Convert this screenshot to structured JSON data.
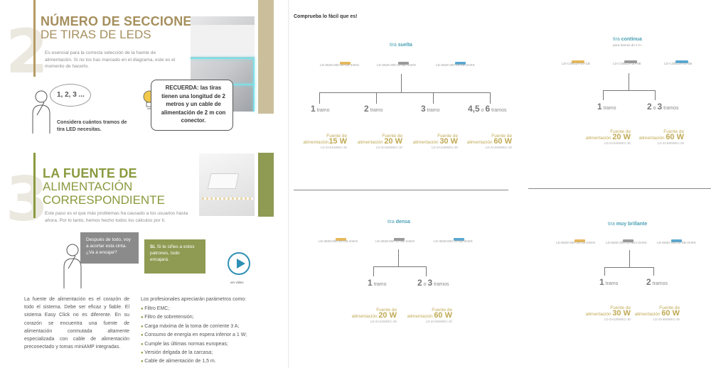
{
  "section2": {
    "number": "2",
    "title_bold": "NÚMERO DE SECCIONES",
    "title_light": "DE TIRAS DE LEDS",
    "paragraph": "Es esencial para la correcta selección de la fuente de alimentación. Si no los has marcado en el diagrama, este es el momento de hacerlo.",
    "thought": "1, 2, 3 ...",
    "caption": "Considera cuántos tramos de tira LED necesitas.",
    "reminder": "RECUERDA: las tiras tienen una longitud de 2 metros y un cable de alimentación de 2 m con conector."
  },
  "section3": {
    "number": "3",
    "title_bold": "LA FUENTE DE",
    "title_light_1": "ALIMENTACIÓN",
    "title_light_2": "CORRESPONDIENTE",
    "paragraph": "Este paso es el que más problemas ha causado a los usuarios hasta ahora. Por lo tanto, hemos hecho todos los cálculos por ti.",
    "bubble_question": "Después de todo, voy a acortar esta cinta. ¿Va a encajar?",
    "bubble_answer_bold": "Sí.",
    "bubble_answer": "Si te ciñes a estos patrones, todo encajará.",
    "video_label": "ver vídeo",
    "body_left": "La fuente de alimentación es el corazón de todo el sistema. Debe ser eficaz y fiable. El sistema Easy Click no es diferente. En su corazón se encuentra una fuente de alimentación conmutada altamente especializada con cable de alimentación preconectado y tomas miniAMP integradas.",
    "body_right_intro": "Los profesionales apreciarán parámetros como:",
    "bullets": [
      "Filtro EMC;",
      "Filtro de sobretensión;",
      "Carga máxima de la toma de corriente 3 A;",
      "Consumo de energía en espera inferior a 1 W;",
      "Cumple las últimas normas europeas;",
      "Versión delgada de la carcasa;",
      "Cable de alimentación de 1,5 m."
    ]
  },
  "right": {
    "heading": "Comprueba lo fácil que es!",
    "suelta": {
      "pre": "tira",
      "name": "suelta",
      "products": [
        "LD-3528-300-20-CB-2mKK",
        "LD-3528-300-20-NE-2mKK",
        "LD-3528-300-20-ZB-2mKK"
      ],
      "tramos": [
        {
          "n": "1",
          "label": "tramo"
        },
        {
          "n": "2",
          "label": "tramo"
        },
        {
          "n": "3",
          "label": "tramo"
        },
        {
          "n": "4,5",
          "mid": "o",
          "n2": "6",
          "label": "tramos"
        }
      ],
      "fuentes": [
        {
          "label1": "Fuente de",
          "label2": "alimentación",
          "watt": "15 W",
          "code": "LD-ZAS15WEC-30"
        },
        {
          "label1": "Fuente de",
          "label2": "alimentación",
          "watt": "20 W",
          "code": "LD-ZAS20WEC-30"
        },
        {
          "label1": "Fuente de",
          "label2": "alimentación",
          "watt": "30 W",
          "code": "LD-ZAS30WEC-30"
        },
        {
          "label1": "Fuente de",
          "label2": "alimentación",
          "watt": "60 W",
          "code": "LD-ZAS60WEC-30"
        }
      ]
    },
    "continua": {
      "pre": "tira",
      "name": "continua",
      "sub": "para tramos de 2 m",
      "products": [
        "LD-COB12V-20-CB",
        "LD-COB12V-20-NE",
        "LD-COB12V-20-ZB"
      ],
      "tramos": [
        {
          "n": "1",
          "label": "tramo"
        },
        {
          "n": "2",
          "mid": "o",
          "n2": "3",
          "label": "tramos"
        }
      ],
      "fuentes": [
        {
          "label1": "Fuente de",
          "label2": "alimentación",
          "watt": "20 W",
          "code": "LD-ZAS20WEC-30"
        },
        {
          "label1": "Fuente de",
          "label2": "alimentación",
          "watt": "60 W",
          "code": "LD-ZAS60WEC-30"
        }
      ]
    },
    "densa": {
      "pre": "tira",
      "name": "densa",
      "products": [
        "LD-3528-600-20-CB-2mKK",
        "LD-3528-600-20-NE-2mKK",
        "LD-3528-600-20-ZB-2mKK"
      ],
      "tramos": [
        {
          "n": "1",
          "label": "tramo"
        },
        {
          "n": "2",
          "mid": "o",
          "n2": "3",
          "label": "tramos"
        }
      ],
      "fuentes": [
        {
          "label1": "Fuente de",
          "label2": "alimentación",
          "watt": "20 W",
          "code": "LD-ZAS20WEC-30"
        },
        {
          "label1": "Fuente de",
          "label2": "alimentación",
          "watt": "60 W",
          "code": "LD-ZAS60WEC-30"
        }
      ]
    },
    "brillante": {
      "pre": "tira",
      "name": "muy brillante",
      "products": [
        "LD-5630-300-20-CB-2mKK",
        "LD-5630-300-20-NE4-2mKK",
        "LD-5630-300-20-ZB-2mKK"
      ],
      "tramos": [
        {
          "n": "1",
          "label": "tramo"
        },
        {
          "n": "2",
          "label": "tramos"
        }
      ],
      "fuentes": [
        {
          "label1": "Fuente de",
          "label2": "alimentación",
          "watt": "30 W",
          "code": "LD-ZAS30WEC-30"
        },
        {
          "label1": "Fuente de",
          "label2": "alimentación",
          "watt": "60 W",
          "code": "LD-ZAS60WEC-30"
        }
      ]
    }
  },
  "colors": {
    "gold": "#b49a62",
    "olive": "#8a9a3e",
    "warm_led": "#e6b85a",
    "neutral_led": "#9a9a9a",
    "cool_led": "#5aa8d0"
  }
}
